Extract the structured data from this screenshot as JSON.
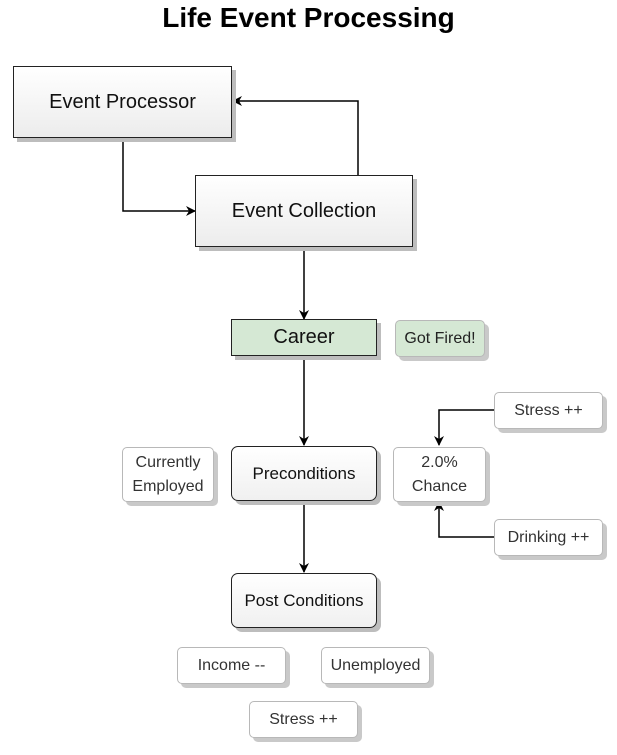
{
  "title": "Life Event Processing",
  "nodes": {
    "event_processor": "Event Processor",
    "event_collection": "Event Collection",
    "career": "Career",
    "got_fired": "Got Fired!",
    "preconditions": "Preconditions",
    "post_conditions": "Post Conditions",
    "currently_employed_line1": "Currently",
    "currently_employed_line2": "Employed",
    "chance_line1": "2.0%",
    "chance_line2": "Chance",
    "stress_top": "Stress ++",
    "drinking": "Drinking ++",
    "income": "Income --",
    "unemployed": "Unemployed",
    "stress_bottom": "Stress ++"
  },
  "colors": {
    "career_fill": "#d5e8d4",
    "line": "#000000"
  }
}
